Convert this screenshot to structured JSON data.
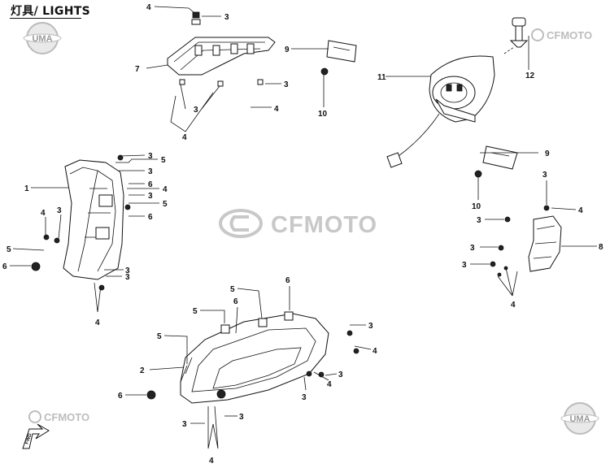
{
  "page": {
    "title": "灯具/ LIGHTS"
  },
  "brands": {
    "uma": "UMA",
    "cfmoto": "CFMOTO",
    "fwd": "FWD"
  },
  "colors": {
    "ink": "#111111",
    "watermark": "#c8c8c8",
    "cfmoto_mark": "#bdbdbd",
    "badge_fill": "#e9e9e9"
  },
  "callouts": [
    "1",
    "2",
    "3",
    "4",
    "5",
    "6",
    "7",
    "8",
    "9",
    "10",
    "11",
    "12"
  ],
  "parts": [
    {
      "number": "1",
      "id": "headlight-left"
    },
    {
      "number": "2",
      "id": "headlight-front"
    },
    {
      "number": "3",
      "id": "fastener"
    },
    {
      "number": "4",
      "id": "screw"
    },
    {
      "number": "5",
      "id": "clip"
    },
    {
      "number": "6",
      "id": "nut"
    },
    {
      "number": "7",
      "id": "position-light"
    },
    {
      "number": "8",
      "id": "turn-signal"
    },
    {
      "number": "9",
      "id": "plate-light-lens"
    },
    {
      "number": "10",
      "id": "nut"
    },
    {
      "number": "11",
      "id": "tail-light"
    },
    {
      "number": "12",
      "id": "bulb"
    }
  ]
}
